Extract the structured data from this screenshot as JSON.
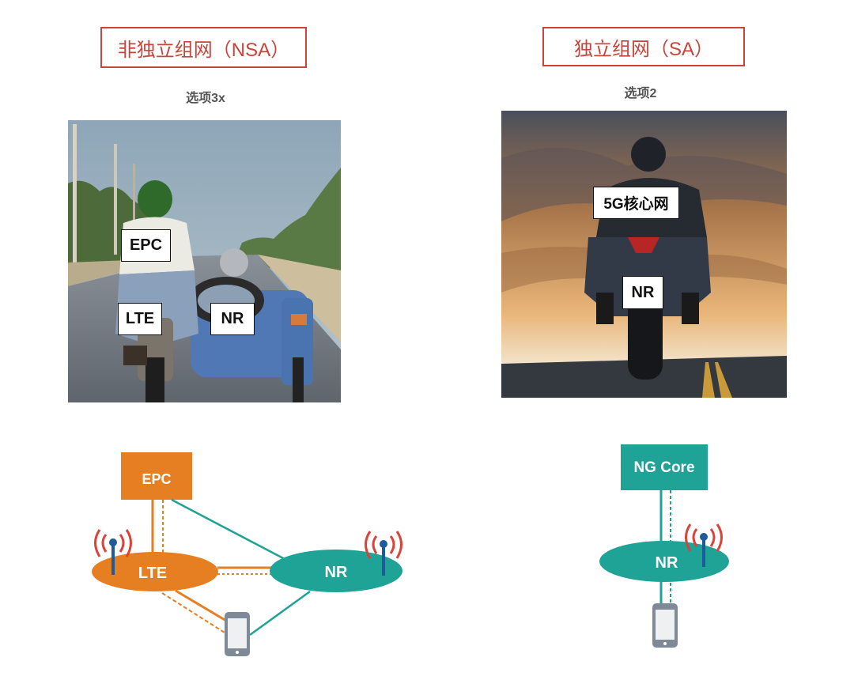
{
  "nsa": {
    "title": "非独立组网（NSA）",
    "option": "选项3x",
    "photo_labels": {
      "core": "EPC",
      "lte": "LTE",
      "nr": "NR"
    },
    "diagram": {
      "core": "EPC",
      "lte": "LTE",
      "nr": "NR"
    }
  },
  "sa": {
    "title": "独立组网（SA）",
    "option": "选项2",
    "photo_labels": {
      "core": "5G核心网",
      "nr": "NR"
    },
    "diagram": {
      "core": "NG Core",
      "nr": "NR"
    }
  },
  "colors": {
    "title_red": "#c9443a",
    "lte_orange": "#e67e22",
    "nr_teal": "#1fa396",
    "antenna_blue": "#1f5a9a",
    "signal_red": "#d9433a",
    "phone_gray": "#7f8a99"
  }
}
